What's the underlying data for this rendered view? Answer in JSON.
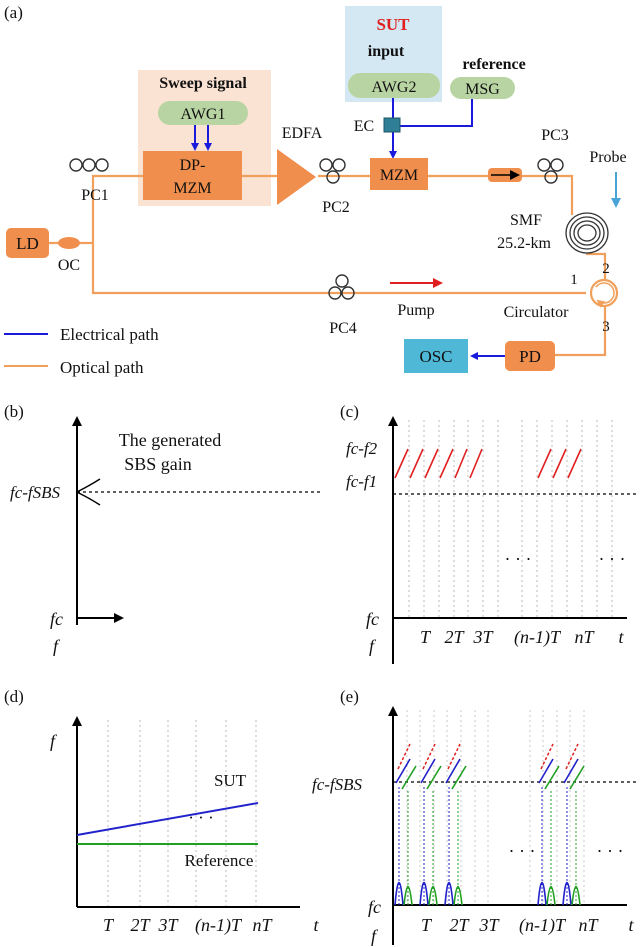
{
  "setup": {
    "panel_label": "(a)",
    "sut_title": "SUT",
    "sut_input": "input",
    "reference_title": "reference",
    "sweep_title": "Sweep signal",
    "blocks": {
      "awg1": "AWG1",
      "awg2": "AWG2",
      "msg": "MSG",
      "dpmzm_line1": "DP-",
      "dpmzm_line2": "MZM",
      "mzm": "MZM",
      "ld": "LD",
      "pd": "PD",
      "osc": "OSC",
      "iso": "ISO"
    },
    "labels": {
      "ec": "EC",
      "edfa": "EDFA",
      "pc1": "PC1",
      "pc2": "PC2",
      "pc3": "PC3",
      "pc4": "PC4",
      "oc": "OC",
      "probe": "Probe",
      "smf_line1": "SMF",
      "smf_line2": "25.2-km",
      "pump": "Pump",
      "circulator": "Circulator",
      "port1": "1",
      "port2": "2",
      "port3": "3"
    },
    "legend": {
      "electrical": "Electrical path",
      "optical": "Optical path"
    },
    "colors": {
      "component": "#f08e4d",
      "optical_line": "#f0a05a",
      "electrical_line": "#1a1adc",
      "sut_bg": "#d3e8f2",
      "sweep_bg": "#fbe3d4",
      "awg": "#b9d4a3",
      "osc": "#4fb8d6",
      "probe_arrow": "#4aa3d8",
      "pump_arrow": "#e02020"
    }
  },
  "panel_b": {
    "label": "(b)",
    "gain_line1": "The generated",
    "gain_line2": "SBS gain",
    "fc_fsbs": "fc-fSBS",
    "fc": "fc",
    "f": "f"
  },
  "panel_c": {
    "label": "(c)",
    "fc_f2": "fc-f2",
    "fc_f1": "fc-f1",
    "fc": "fc",
    "f": "f",
    "ticks": [
      "T",
      "2T",
      "3T",
      "(n-1)T",
      "nT"
    ],
    "t": "t",
    "dots": "· · ·",
    "ramp_color": "#e02020"
  },
  "panel_d": {
    "label": "(d)",
    "f": "f",
    "sut": "SUT",
    "reference": "Reference",
    "ticks": [
      "T",
      "2T",
      "3T",
      "(n-1)T",
      "nT"
    ],
    "t": "t",
    "dots": "· · ·",
    "sut_color": "#2222cc",
    "ref_color": "#20a020"
  },
  "panel_e": {
    "label": "(e)",
    "fc_fsbs": "fc-fSBS",
    "fc": "fc",
    "f": "f",
    "ticks": [
      "T",
      "2T",
      "3T",
      "(n-1)T",
      "nT"
    ],
    "t": "t",
    "dots": "· · ·"
  }
}
